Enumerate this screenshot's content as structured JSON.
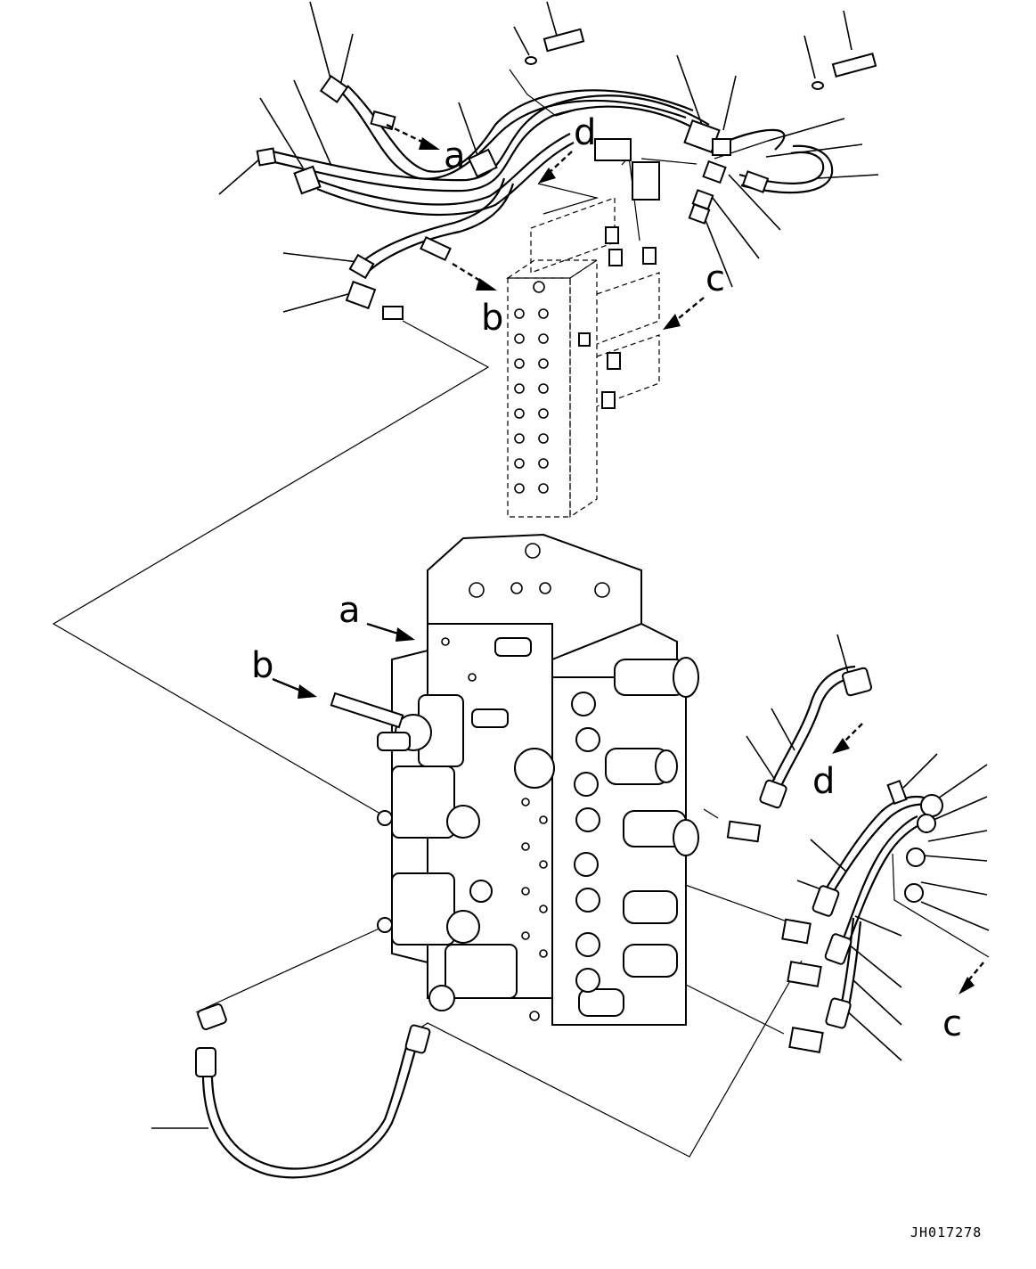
{
  "labels": {
    "a_top": "a",
    "b_top": "b",
    "c_top": "c",
    "d_top": "d",
    "a_main": "a",
    "b_main": "b",
    "d_right": "d",
    "c_right": "c"
  },
  "drawing_code": "JH017278"
}
